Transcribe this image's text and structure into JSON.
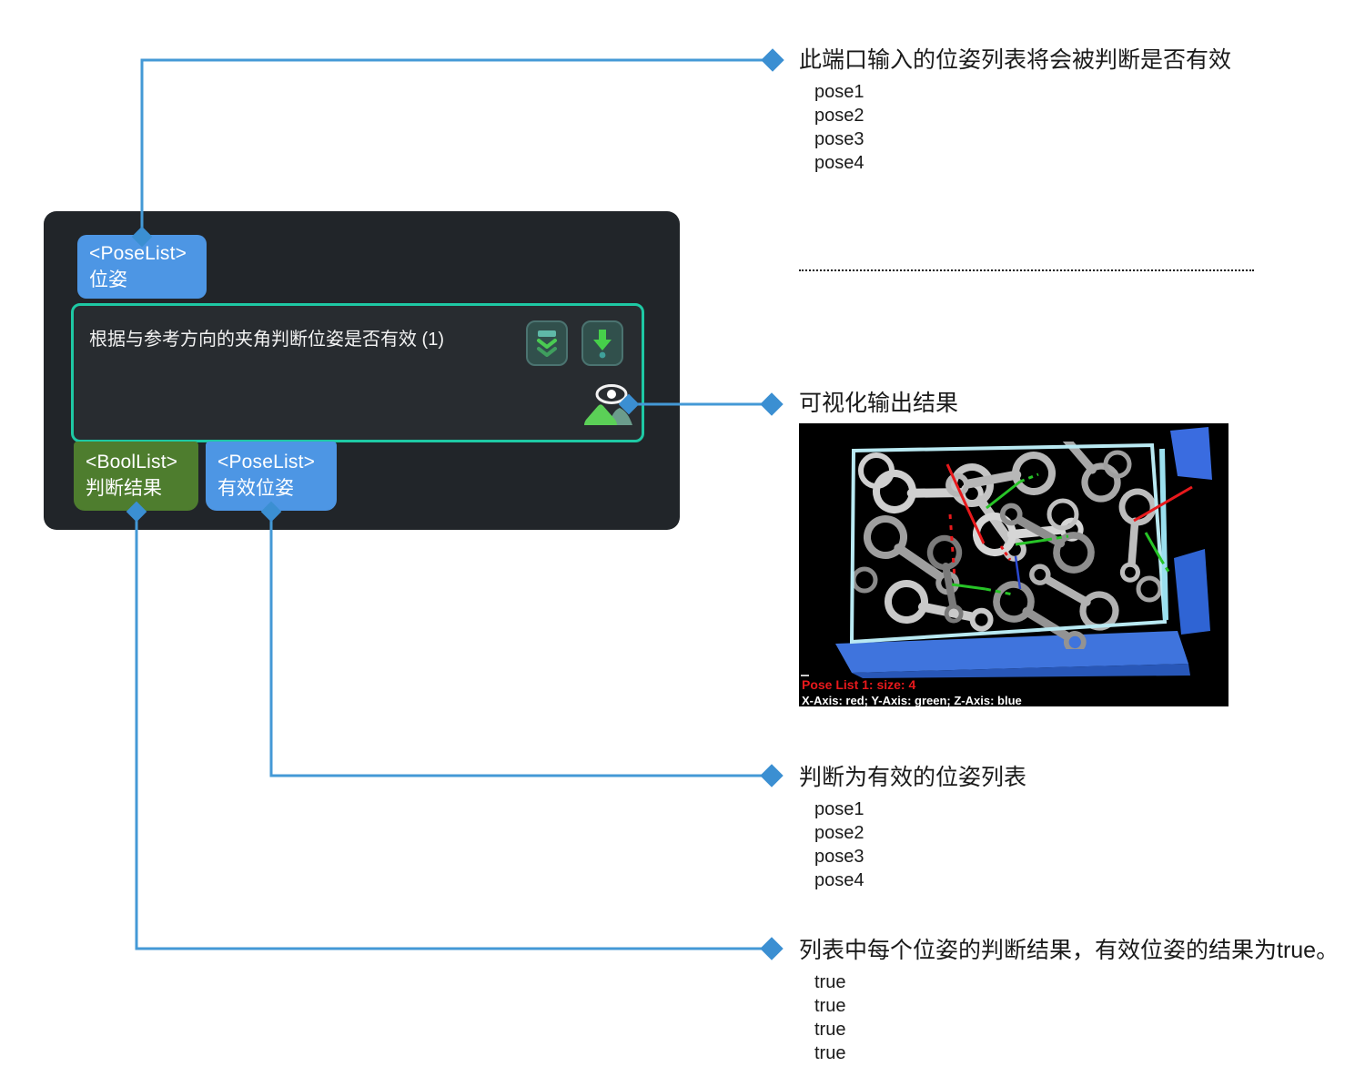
{
  "node": {
    "title": "根据与参考方向的夹角判断位姿是否有效 (1)",
    "input_port": {
      "type": "<PoseList>",
      "name": "位姿"
    },
    "output_ports": {
      "bool": {
        "type": "<BoolList>",
        "name": "判断结果"
      },
      "pose": {
        "type": "<PoseList>",
        "name": "有效位姿"
      }
    }
  },
  "annotations": {
    "input": {
      "title": "此端口输入的位姿列表将会被判断是否有效",
      "items": [
        "pose1",
        "pose2",
        "pose3",
        "pose4"
      ]
    },
    "visualization": {
      "title": "可视化输出结果"
    },
    "valid": {
      "title": "判断为有效的位姿列表",
      "items": [
        "pose1",
        "pose2",
        "pose3",
        "pose4"
      ]
    },
    "results": {
      "title": "列表中每个位姿的判断结果，有效位姿的结果为true。",
      "items": [
        "true",
        "true",
        "true",
        "true"
      ]
    }
  },
  "viewer": {
    "pose_list_label": "Pose List 1: size: 4",
    "axis_legend": "X-Axis: red; Y-Axis: green; Z-Axis: blue"
  },
  "icons": {
    "collapse": "double-chevron-collapse-icon",
    "run": "green-down-arrow-run-icon",
    "visualize": "eye-over-mountains-icon",
    "marker": "diamond-connector-marker"
  },
  "colors": {
    "connector": "#4499d6",
    "diamond": "#3b8fd2",
    "node_bg": "#212529",
    "inner_bg": "#282c30",
    "teal_border": "#1ec9a4",
    "badge_blue": "#4d96e4",
    "badge_green": "#4e7d2e",
    "axis_red": "#e8191c",
    "axis_green": "#27c427",
    "axis_blue": "#2a49d0"
  }
}
